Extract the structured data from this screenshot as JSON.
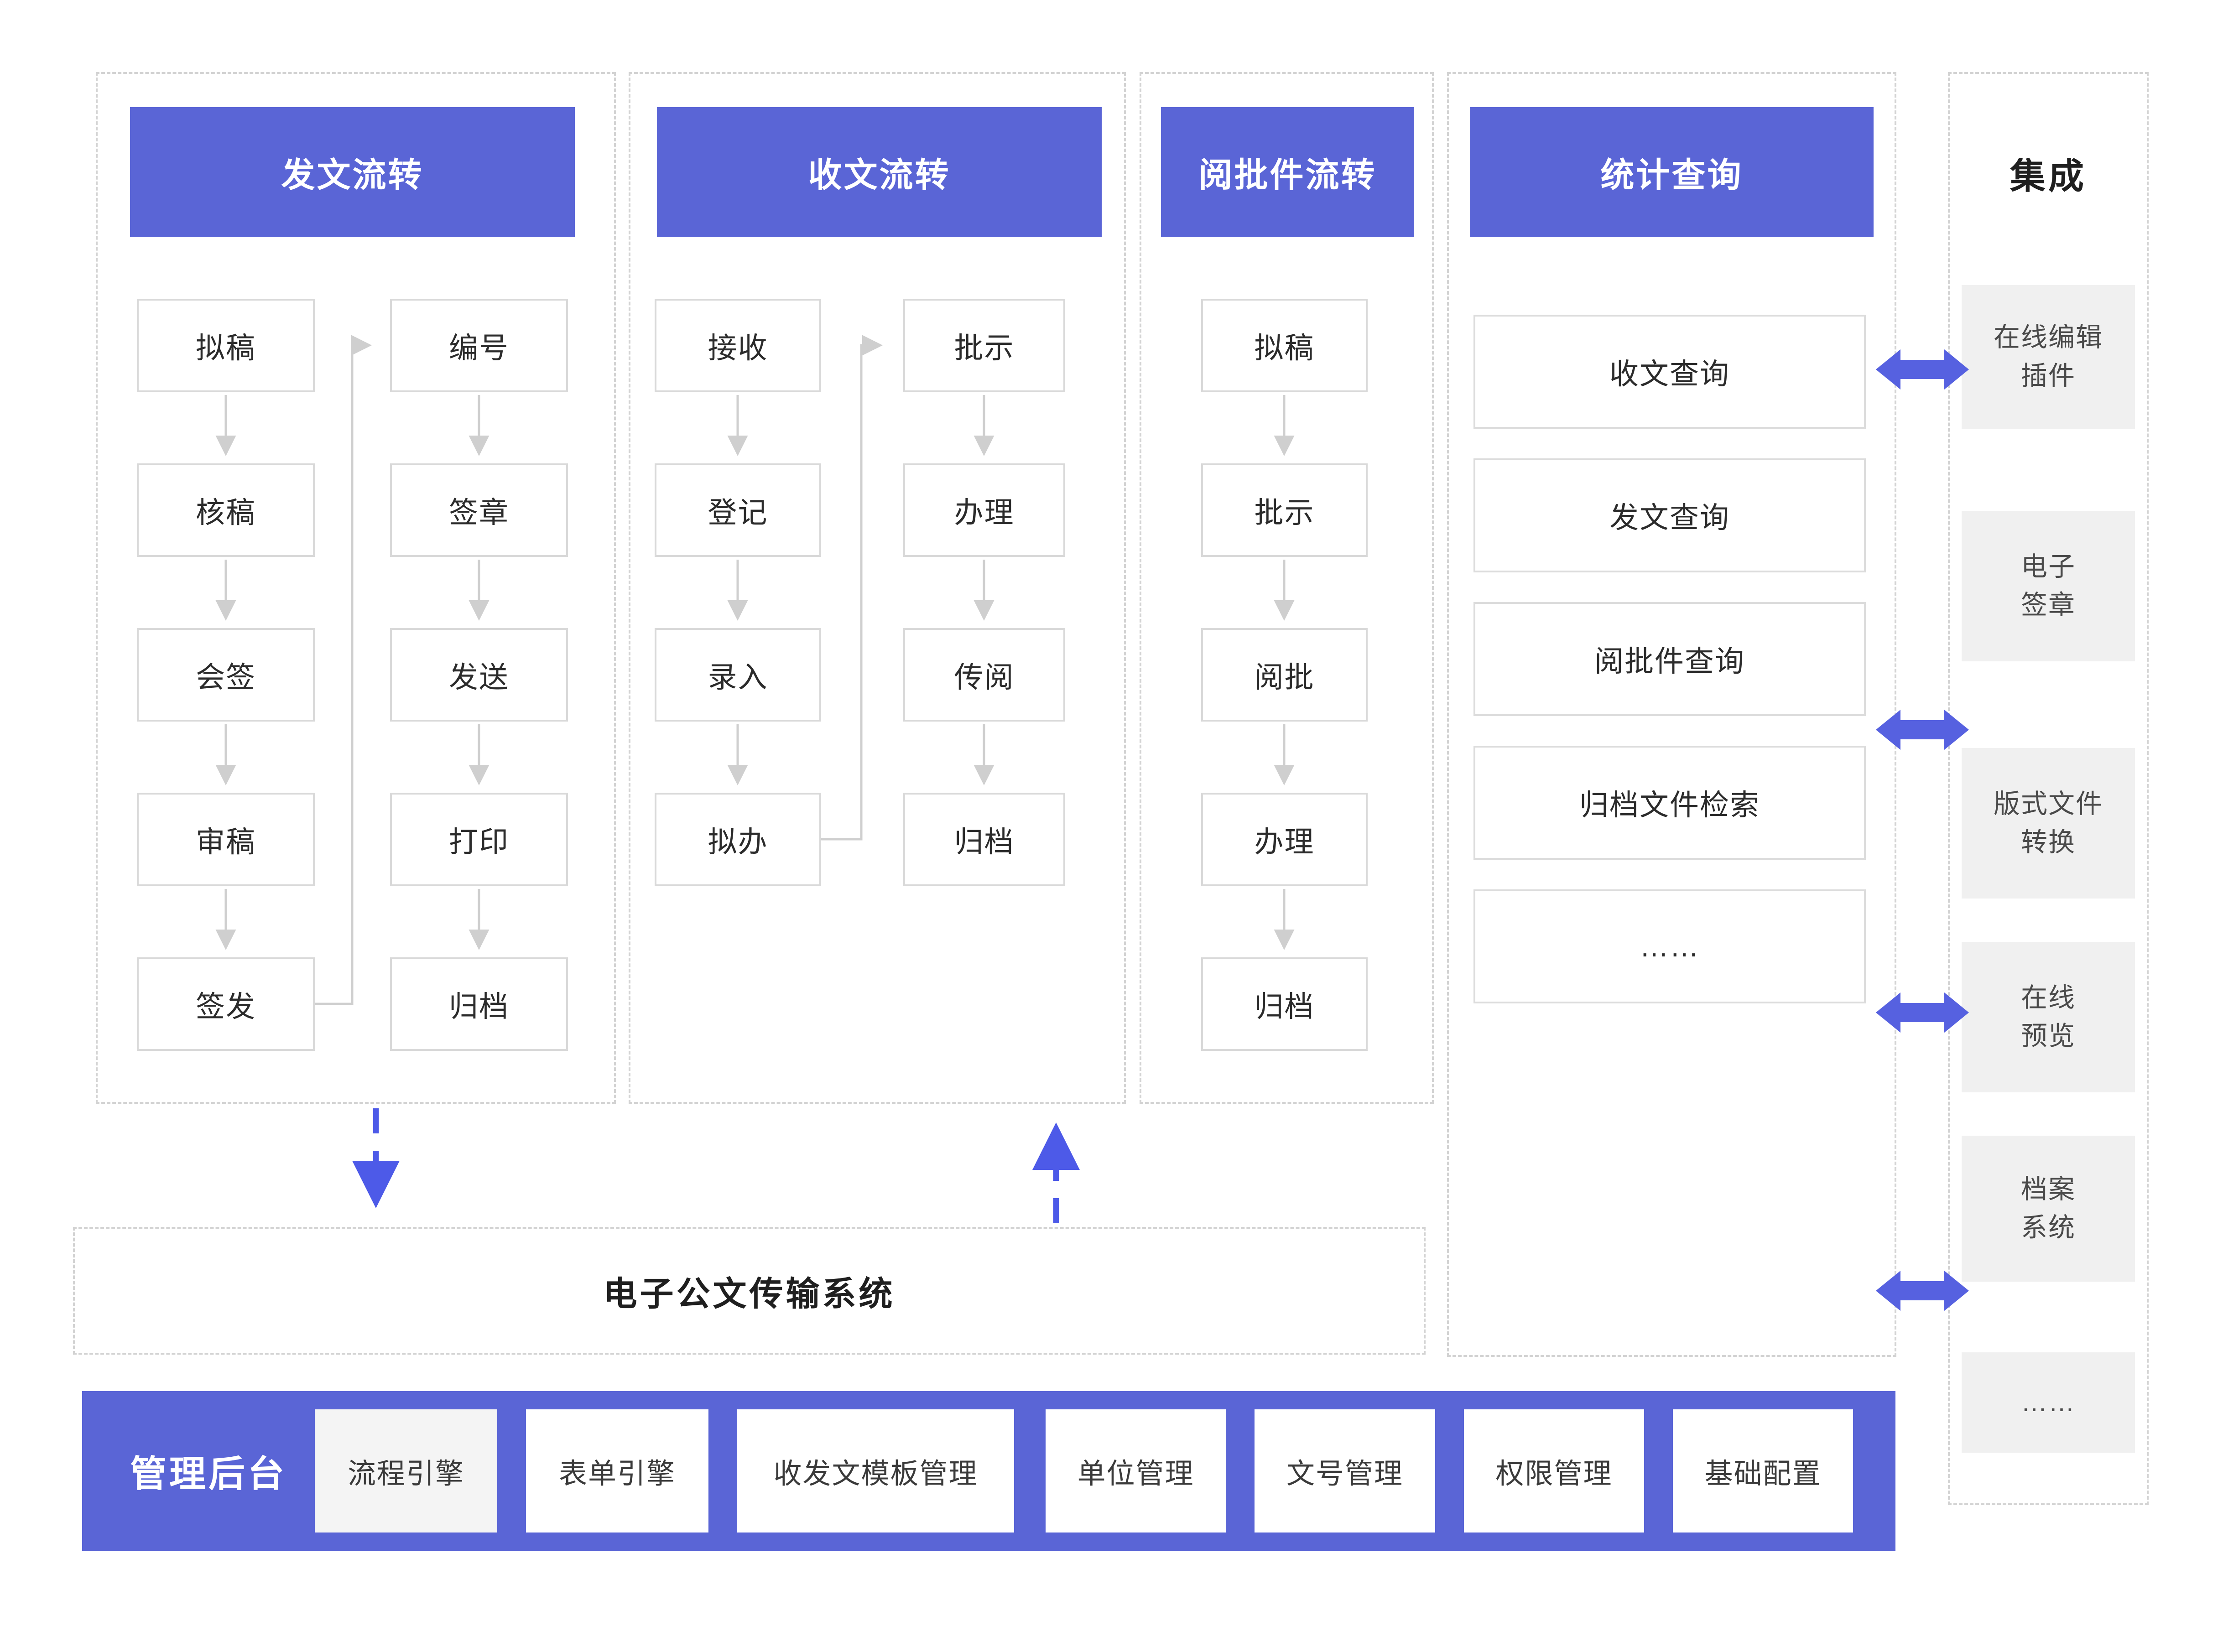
{
  "diagram_title": "",
  "palette": {
    "primary_purple": "#5A65D6",
    "double_arrow_blue": "#5661E0",
    "dashed_connector_blue": "#4D5AE8",
    "flow_arrow_gray": "#cfcfcf",
    "container_dash_gray": "#d3d3d3",
    "box_border_gray": "#d9d9d9",
    "integration_box_gray": "#f0f0f0"
  },
  "columns": [
    {
      "title": "发文流转",
      "left": [
        "拟稿",
        "核稿",
        "会签",
        "审稿",
        "签发"
      ],
      "right": [
        "编号",
        "签章",
        "发送",
        "打印",
        "归档"
      ]
    },
    {
      "title": "收文流转",
      "left": [
        "接收",
        "登记",
        "录入",
        "拟办"
      ],
      "right": [
        "批示",
        "办理",
        "传阅",
        "归档"
      ]
    },
    {
      "title": "阅批件流转",
      "boxes": [
        "拟稿",
        "批示",
        "阅批",
        "办理",
        "归档"
      ]
    },
    {
      "title": "统计查询",
      "boxes": [
        "收文查询",
        "发文查询",
        "阅批件查询",
        "归档文件检索",
        "……"
      ]
    }
  ],
  "integration": {
    "title": "集成",
    "items": [
      "在线编辑\n插件",
      "电子\n签章",
      "版式文件\n转换",
      "在线\n预览",
      "档案\n系统",
      "……"
    ]
  },
  "transfer_system": {
    "label": "电子公文传输系统"
  },
  "admin": {
    "title": "管理后台",
    "items": [
      "流程引擎",
      "表单引擎",
      "收发文模板管理",
      "单位管理",
      "文号管理",
      "权限管理",
      "基础配置"
    ]
  }
}
